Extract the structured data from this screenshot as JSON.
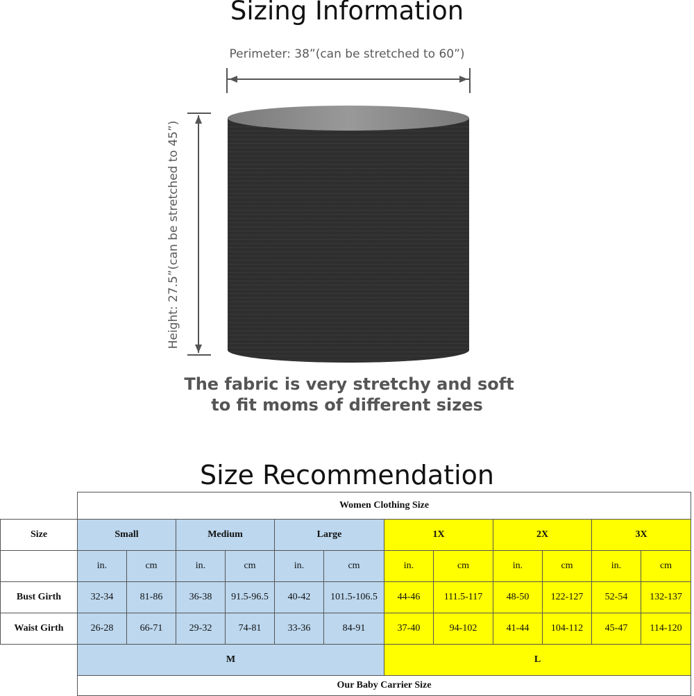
{
  "sizing": {
    "title": "Sizing Information",
    "perimeter": "Perimeter: 38”(can be stretched to 60”)",
    "height": "Height: 27.5”(can be stretched to 45”)",
    "note_line1": "The fabric is very stretchy and soft",
    "note_line2": "to fit moms of different sizes",
    "fabric_color": "#2e2e2e",
    "top_color": "#8a8a8a"
  },
  "recommendation": {
    "title": "Size Recommendation",
    "table": {
      "top_header": "Women Clothing Size",
      "size_label": "Size",
      "sizes": [
        "Small",
        "Medium",
        "Large",
        "1X",
        "2X",
        "3X"
      ],
      "unit_in": "in.",
      "unit_cm": "cm",
      "rows": [
        {
          "label": "Bust Girth",
          "values": [
            "32-34",
            "81-86",
            "36-38",
            "91.5-96.5",
            "40-42",
            "101.5-106.5",
            "44-46",
            "111.5-117",
            "48-50",
            "122-127",
            "52-54",
            "132-137"
          ]
        },
        {
          "label": "Waist Girth",
          "values": [
            "26-28",
            "66-71",
            "29-32",
            "74-81",
            "33-36",
            "84-91",
            "37-40",
            "94-102",
            "41-44",
            "104-112",
            "45-47",
            "114-120"
          ]
        }
      ],
      "carrier_m": "M",
      "carrier_l": "L",
      "bottom_footer": "Our Baby Carrier Size",
      "blue_color": "#bcd7ee",
      "yellow_color": "#ffff00"
    }
  }
}
